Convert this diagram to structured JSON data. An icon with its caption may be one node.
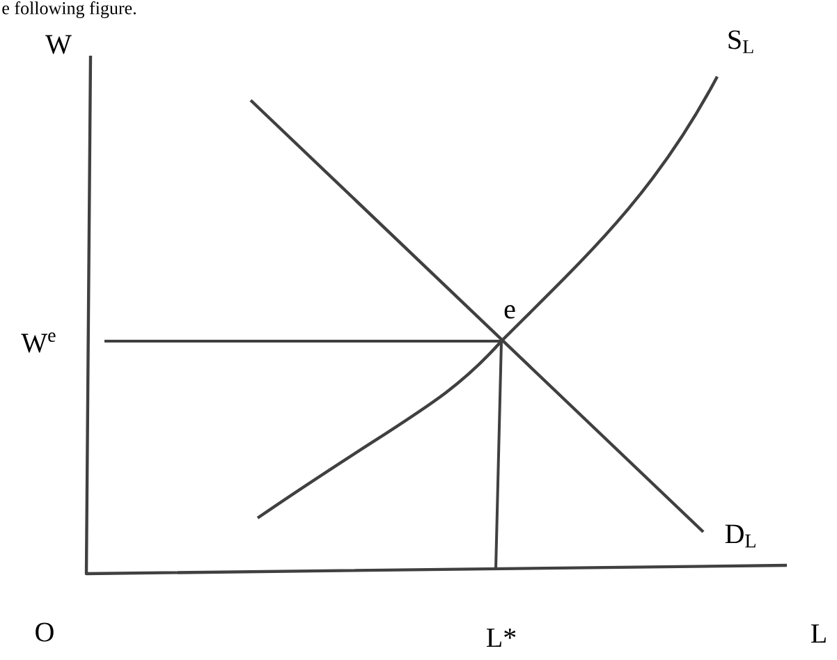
{
  "diagram": {
    "labels": [
      "e following figure.",
      "W",
      "S$_{L}$",
      "e",
      "W$^{e}$",
      "D$_{L}$",
      "O",
      "L*",
      "L"
    ]
  }
}
